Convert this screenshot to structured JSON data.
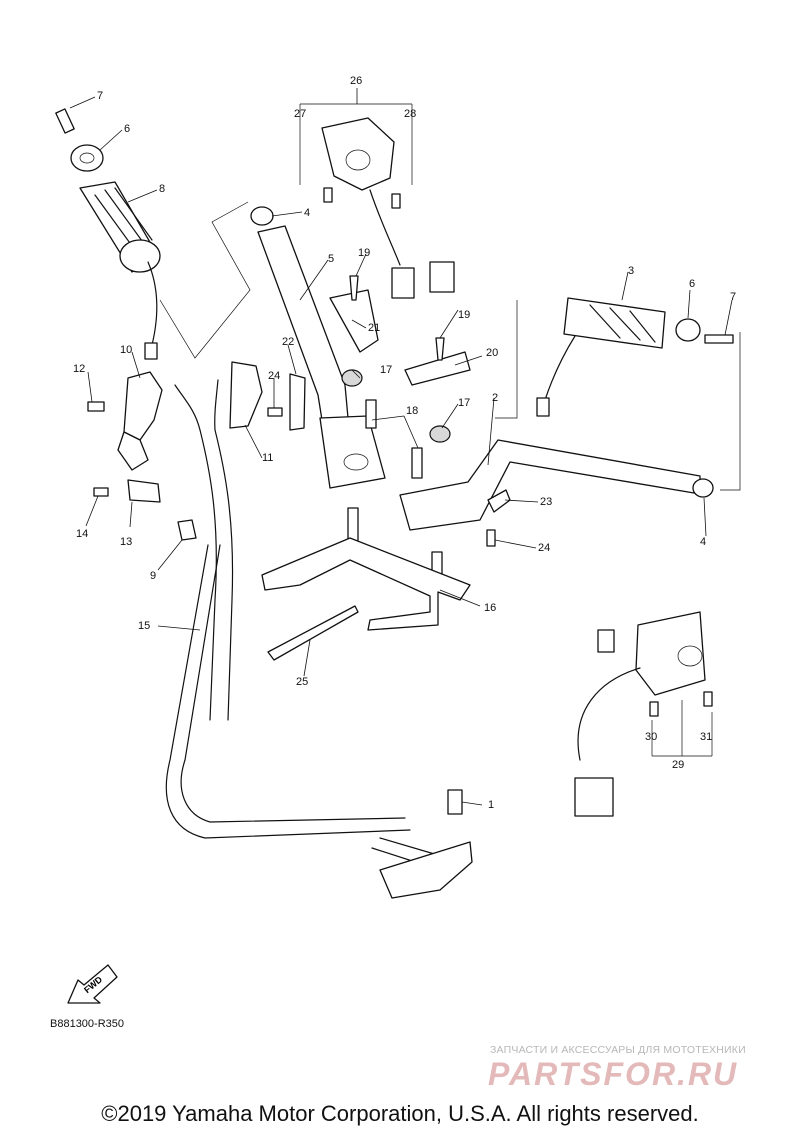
{
  "diagram": {
    "callouts": [
      "1",
      "2",
      "3",
      "4",
      "4",
      "5",
      "6",
      "6",
      "7",
      "7",
      "8",
      "9",
      "10",
      "11",
      "12",
      "13",
      "14",
      "15",
      "16",
      "17",
      "17",
      "18",
      "19",
      "19",
      "20",
      "21",
      "22",
      "23",
      "24",
      "24",
      "25",
      "26",
      "27",
      "28",
      "29",
      "30",
      "31"
    ],
    "fwd_label": "FWD",
    "code": "B881300-R350"
  },
  "watermark": {
    "tagline": "ЗАПЧАСТИ И АКСЕССУАРЫ ДЛЯ МОТОТЕХНИКИ",
    "logo": "PARTSFOR.RU"
  },
  "footer": {
    "copyright": "©2019 Yamaha Motor Corporation, U.S.A. All rights reserved."
  }
}
